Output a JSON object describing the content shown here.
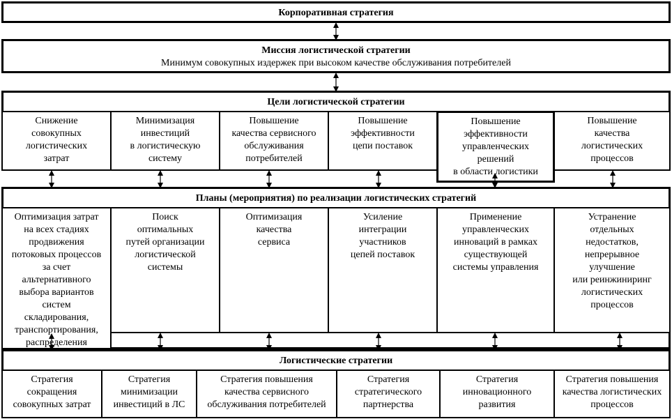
{
  "corporate": {
    "title": "Корпоративная стратегия"
  },
  "mission": {
    "title": "Миссия логистической стратегии",
    "text": "Минимум совокупных издержек при высоком качестве обслуживания потребителей"
  },
  "goals": {
    "title": "Цели логистической стратегии",
    "items": [
      "Снижение\nсовокупных\nлогистических\nзатрат",
      "Минимизация\nинвестиций\nв логистическую\nсистему",
      "Повышение\nкачества сервисного\nобслуживания\nпотребителей",
      "Повышение\nэффективности\nцепи поставок",
      "Повышение\nэффективности\nуправленческих\nрешений\nв области логистики",
      "Повышение\nкачества\nлогистических\nпроцессов"
    ]
  },
  "plans": {
    "title": "Планы (мероприятия) по реализации логистических стратегий",
    "items": [
      "Оптимизация затрат\nна всех стадиях\nпродвижения\nпотоковых процессов\nза счет\nальтернативного\nвыбора вариантов\nсистем\nскладирования,\nтранспортирования,\nраспределения",
      "Поиск\nоптимальных\nпутей организации\nлогистической\nсистемы",
      "Оптимизация\nкачества\nсервиса",
      "Усиление\nинтеграции\nучастников\nцепей поставок",
      "Применение\nуправленческих\nинноваций в рамках\nсуществующей\nсистемы управления",
      "Устранение\nотдельных\nнедостатков,\nнепрерывное\nулучшение\nили реинжиниринг\nлогистических\nпроцессов"
    ]
  },
  "strategies": {
    "title": "Логистические стратегии",
    "items": [
      "Стратегия\nсокращения\nсовокупных затрат",
      "Стратегия\nминимизации\nинвестиций в ЛС",
      "Стратегия повышения\nкачества сервисного\nобслуживания потребителей",
      "Стратегия\nстратегического\nпартнерства",
      "Стратегия\nинновационного\nразвития",
      "Стратегия повышения\nкачества логистических\nпроцессов"
    ]
  }
}
